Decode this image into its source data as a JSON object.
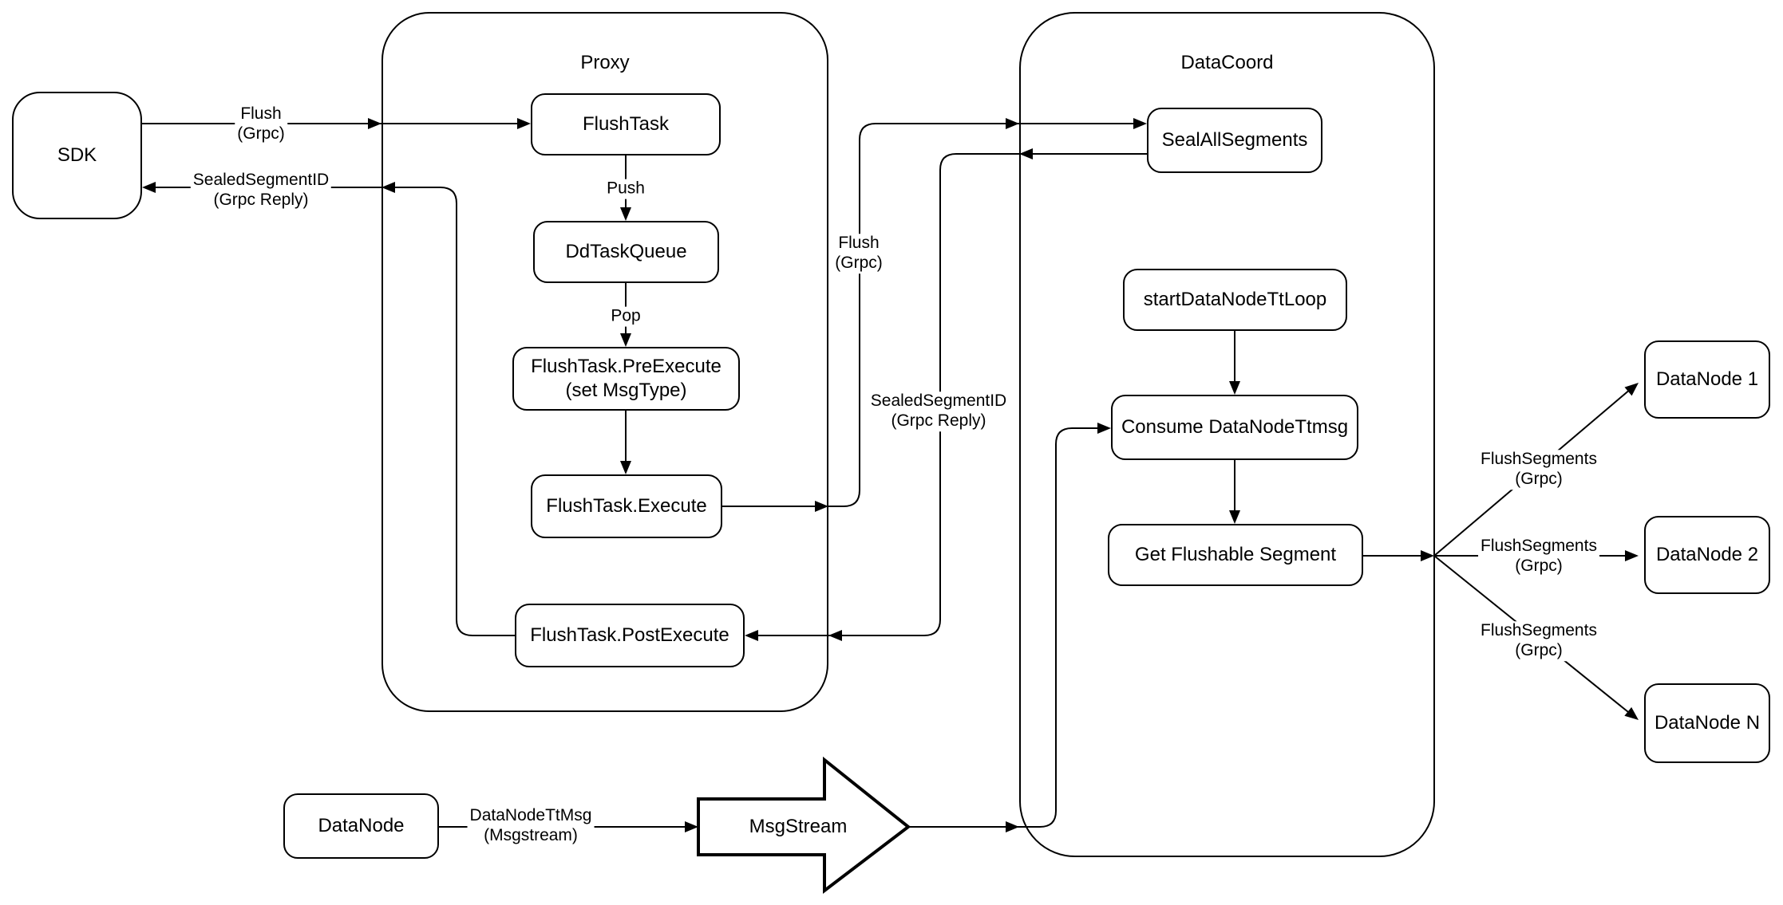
{
  "containers": {
    "proxy": {
      "label": "Proxy"
    },
    "datacoord": {
      "label": "DataCoord"
    }
  },
  "nodes": {
    "sdk": {
      "label": "SDK"
    },
    "flush_task": {
      "label": "FlushTask"
    },
    "dd_task_queue": {
      "label": "DdTaskQueue"
    },
    "pre_execute": {
      "label": "FlushTask.PreExecute",
      "sublabel": "(set MsgType)"
    },
    "execute": {
      "label": "FlushTask.Execute"
    },
    "post_execute": {
      "label": "FlushTask.PostExecute"
    },
    "seal_all_segments": {
      "label": "SealAllSegments"
    },
    "start_data_node_tt_loop": {
      "label": "startDataNodeTtLoop"
    },
    "consume_data_node_ttmsg": {
      "label": "Consume DataNodeTtmsg"
    },
    "get_flushable_segment": {
      "label": "Get Flushable Segment"
    },
    "data_node_1": {
      "label": "DataNode 1"
    },
    "data_node_2": {
      "label": "DataNode 2"
    },
    "data_node_n": {
      "label": "DataNode N"
    },
    "data_node": {
      "label": "DataNode"
    },
    "msg_stream": {
      "label": "MsgStream"
    }
  },
  "edge_labels": {
    "flush_sdk": {
      "line1": "Flush",
      "line2": "(Grpc)"
    },
    "sealed_sdk": {
      "line1": "SealedSegmentID",
      "line2": "(Grpc Reply)"
    },
    "push": {
      "line1": "Push"
    },
    "pop": {
      "line1": "Pop"
    },
    "flush_datacoord": {
      "line1": "Flush",
      "line2": "(Grpc)"
    },
    "sealed_datacoord": {
      "line1": "SealedSegmentID",
      "line2": "(Grpc Reply)"
    },
    "flush_segments_1": {
      "line1": "FlushSegments",
      "line2": "(Grpc)"
    },
    "flush_segments_2": {
      "line1": "FlushSegments",
      "line2": "(Grpc)"
    },
    "flush_segments_3": {
      "line1": "FlushSegments",
      "line2": "(Grpc)"
    },
    "datanode_tt_msg": {
      "line1": "DataNodeTtMsg",
      "line2": "(Msgstream)"
    }
  },
  "colors": {
    "stroke": "#000000",
    "fill": "#ffffff",
    "text": "#000000"
  }
}
